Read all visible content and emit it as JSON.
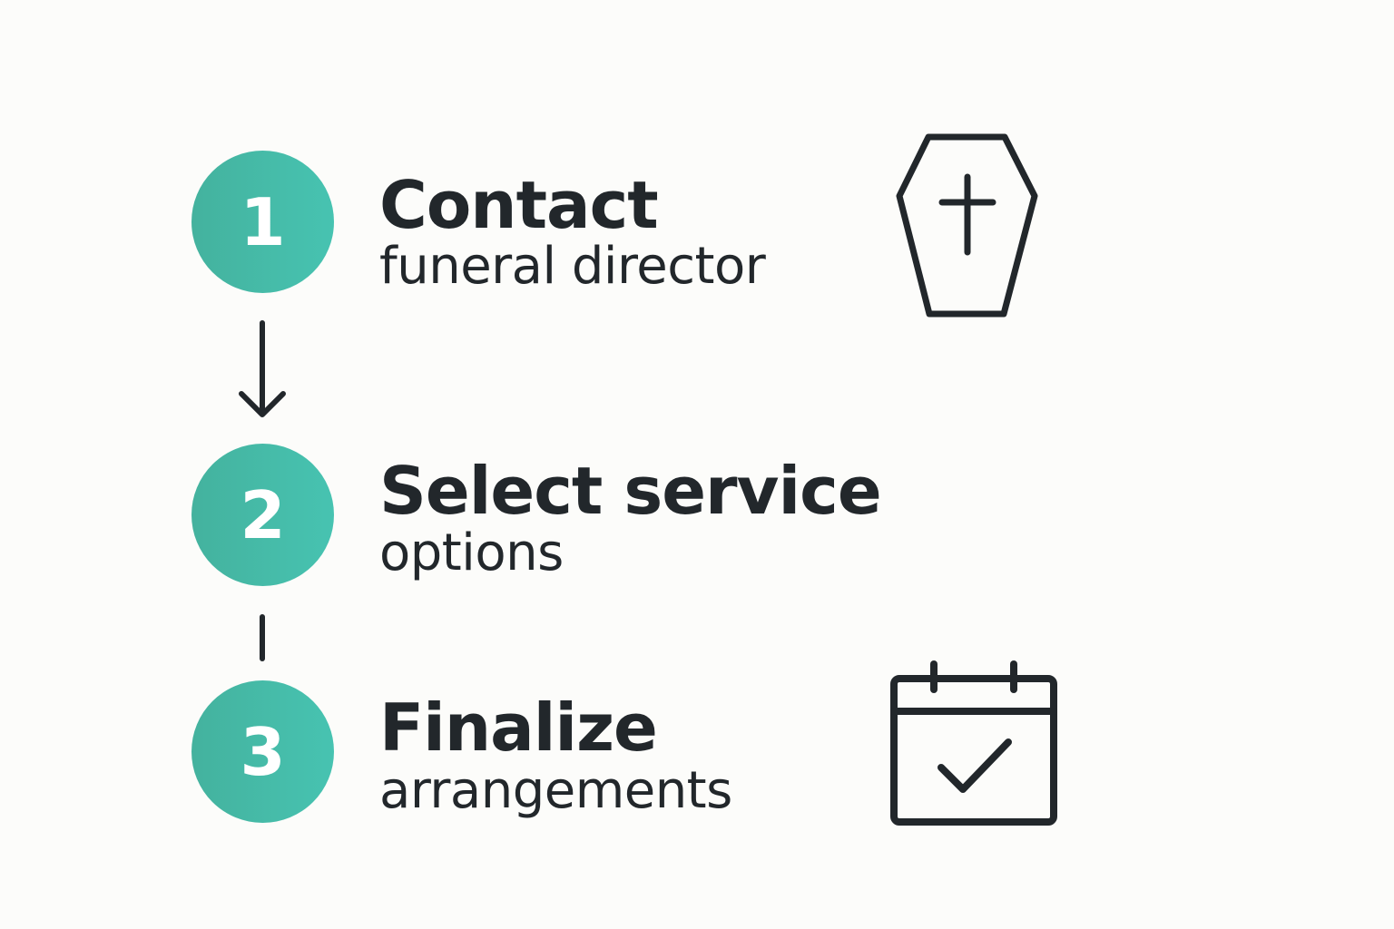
{
  "steps": [
    {
      "number": "1",
      "title": "Contact",
      "subtitle": "funeral director",
      "icon": "coffin-cross-icon"
    },
    {
      "number": "2",
      "title": "Select service",
      "subtitle": "options",
      "icon": null
    },
    {
      "number": "3",
      "title": "Finalize",
      "subtitle": "arrangements",
      "icon": "calendar-check-icon"
    }
  ],
  "colors": {
    "circle_start": "#44b29e",
    "circle_end": "#47c3b1",
    "text": "#22272b",
    "background": "#fcfcfa"
  }
}
